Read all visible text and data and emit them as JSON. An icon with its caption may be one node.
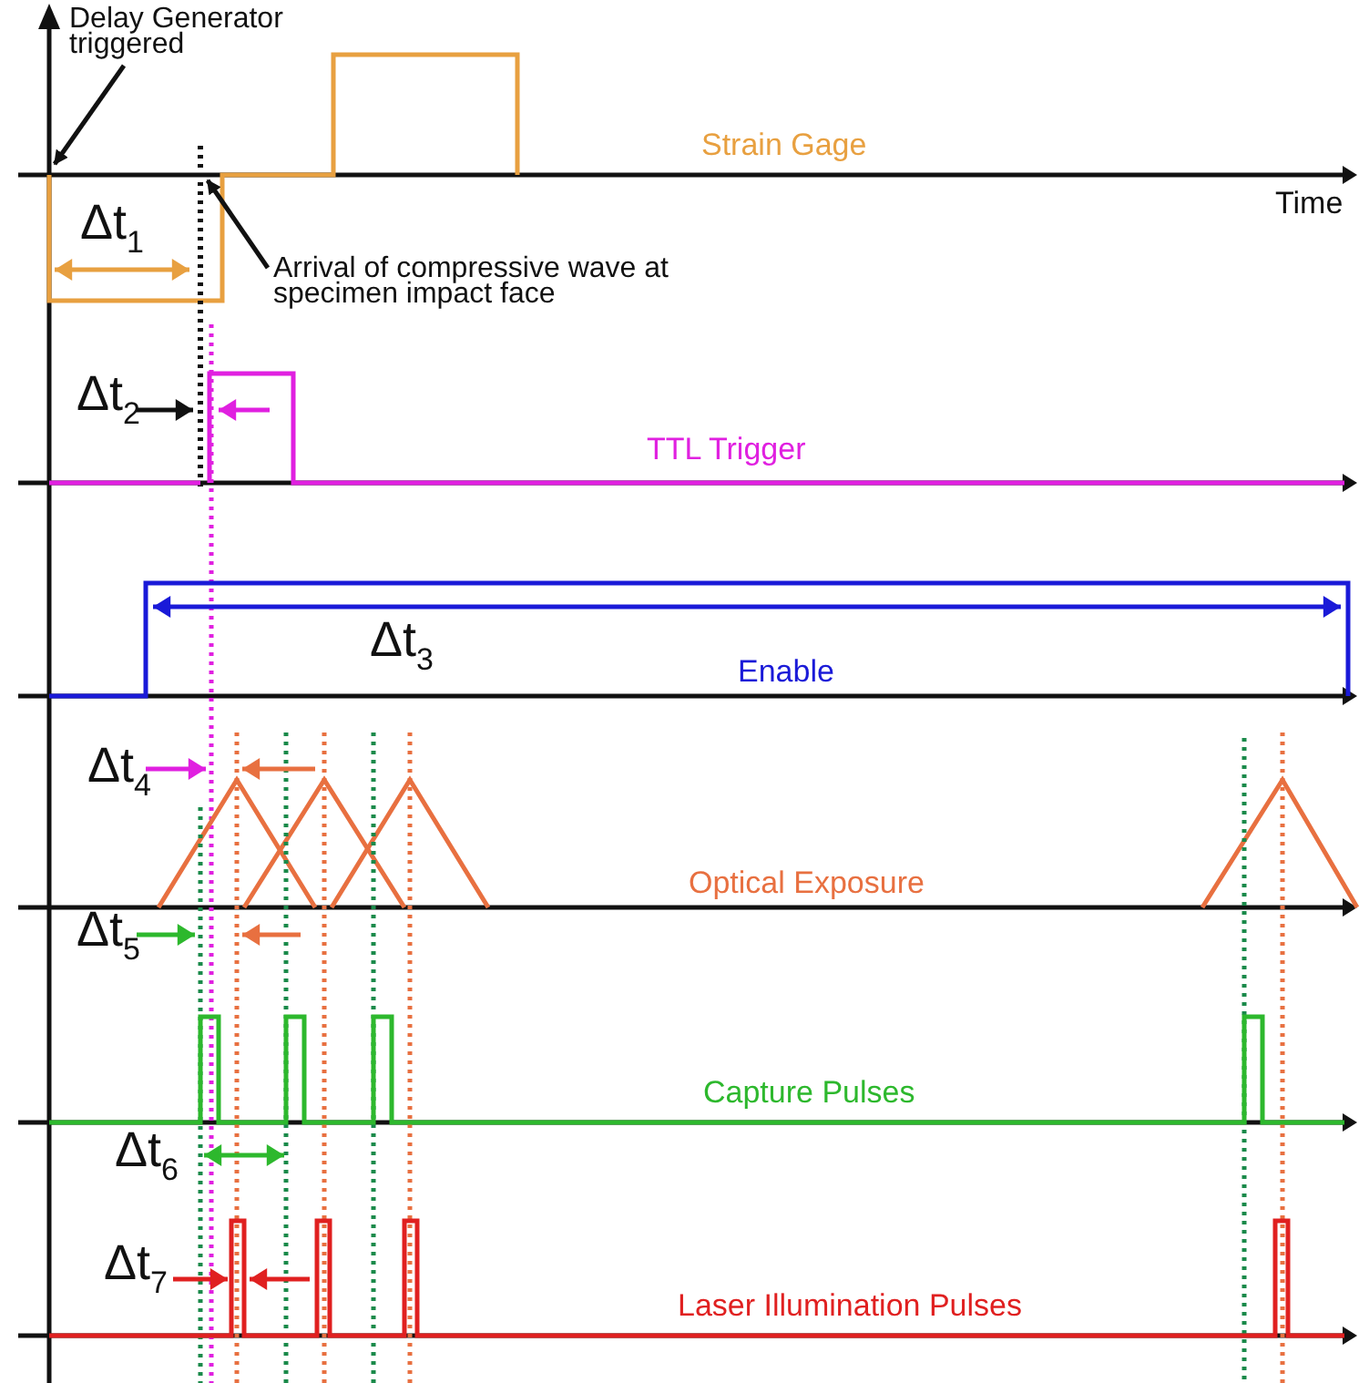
{
  "diagram": {
    "nodes": [
      {
        "text": [
          "Delay Generator triggered"
        ]
      },
      {
        "text": [
          "Arrival of compressive wave at specimen impact face"
        ]
      }
    ],
    "edges": [
      {
        "from": 0,
        "to": null,
        "arrow": "to"
      },
      {
        "from": 1,
        "to": null,
        "arrow": "to"
      }
    ],
    "labels": [
      "Strain Gage",
      "Time",
      "Δt$_{1}$",
      "Δt$_{2}$",
      "TTL Trigger",
      "Δt$_{3}$",
      "Enable",
      "Δt$_{4}$",
      "Optical Exposure",
      "Δt$_{5}$",
      "Capture Pulses",
      "Δt$_{6}$",
      "Δt$_{7}$",
      "Laser Illumination Pulses"
    ]
  }
}
